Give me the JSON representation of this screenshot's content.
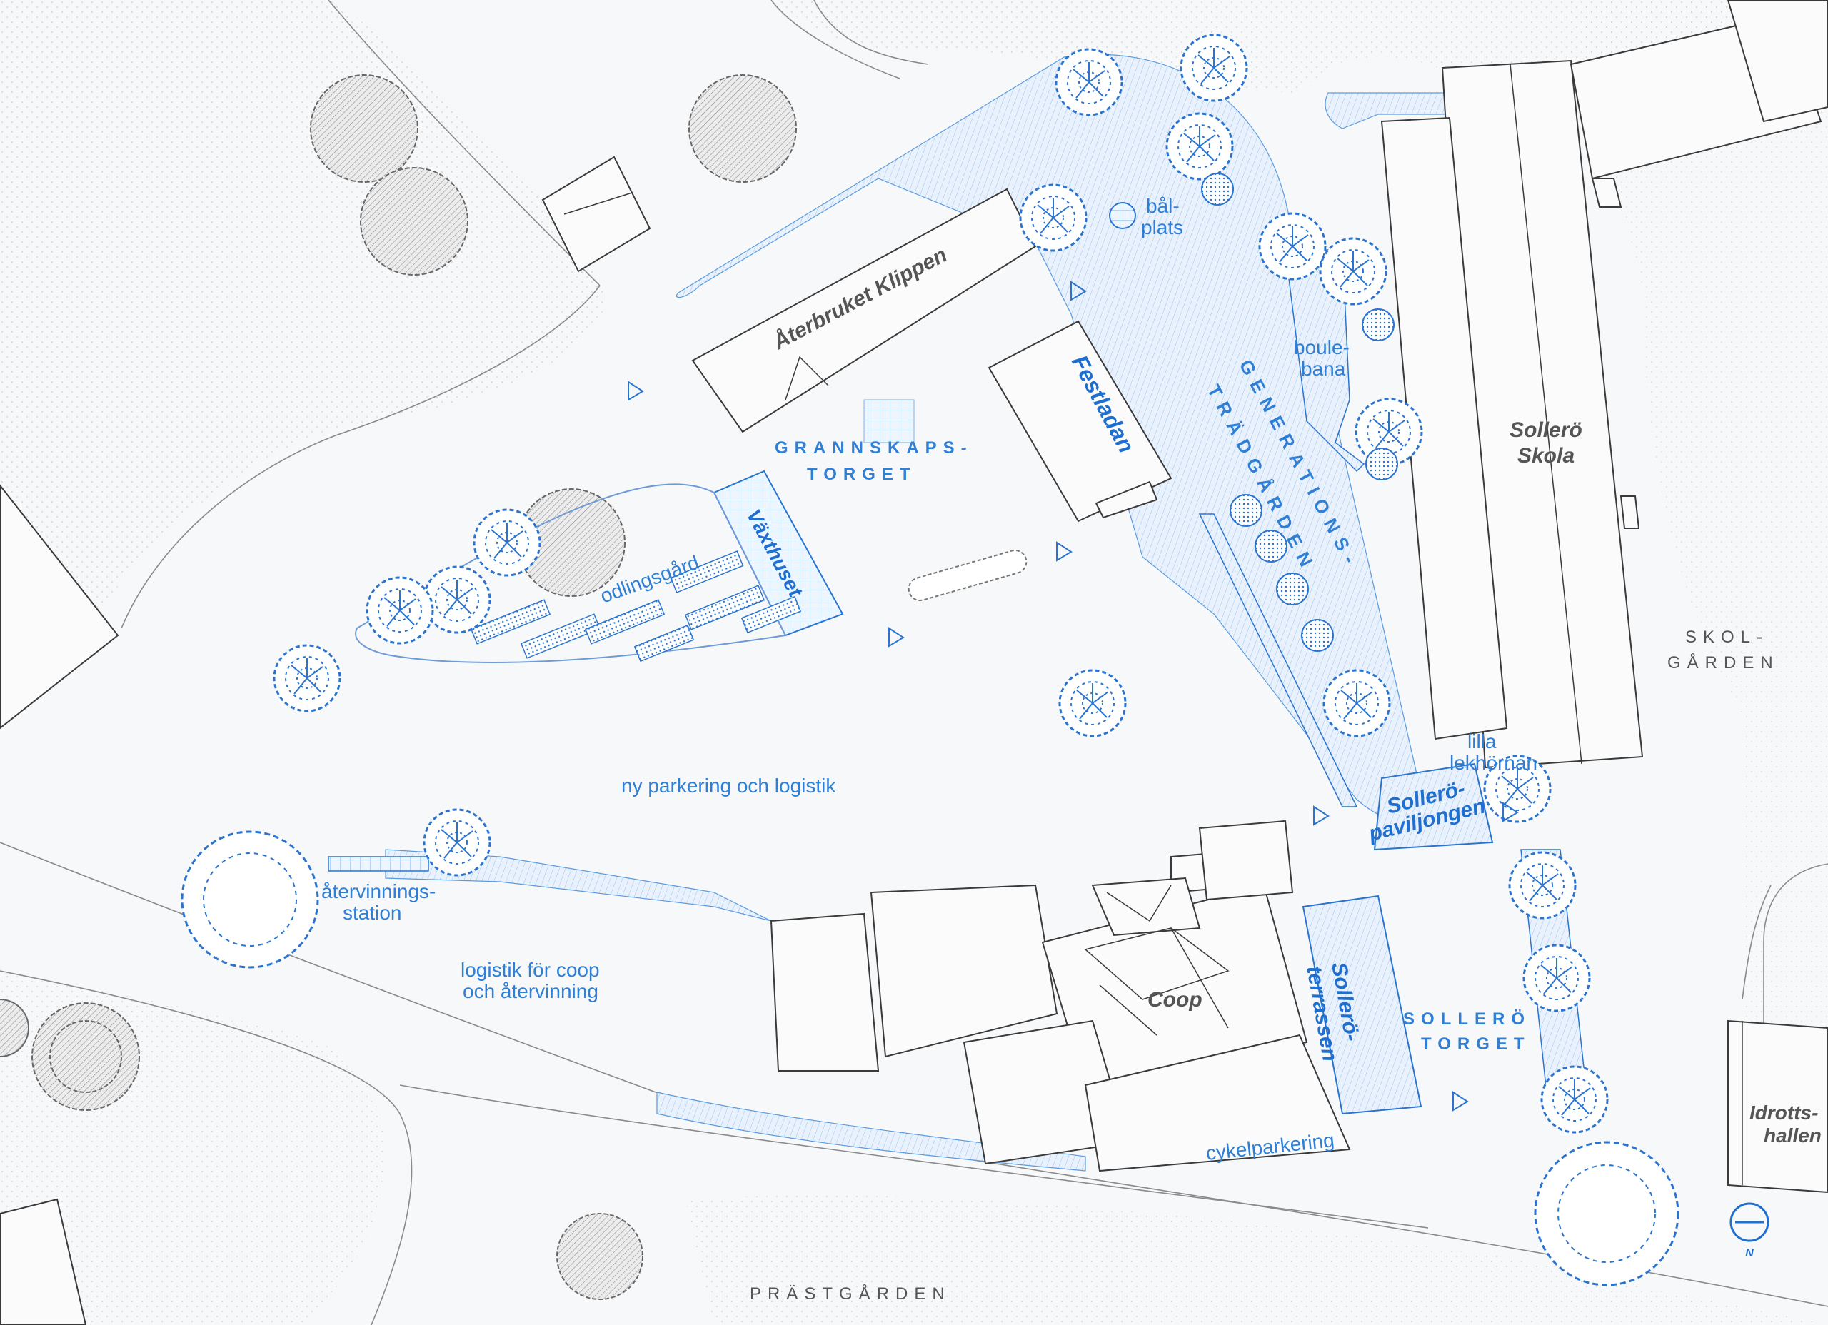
{
  "labels": {
    "aterbruket": "Återbruket Klippen",
    "festladan": "Festladan",
    "vaxthuset": "Växthuset",
    "granskaps_1": "GRANNSKAPS-",
    "granskaps_2": "TORGET",
    "odlingsgard": "odlingsgård",
    "bal_1": "bål-",
    "bal_2": "plats",
    "boule_1": "boule-",
    "boule_2": "bana",
    "gen_1": "GENERATIONS-",
    "gen_2": "TRÄDGÅRDEN",
    "skola_1": "Sollerö",
    "skola_2": "Skola",
    "skolgarden_1": "SKOL-",
    "skolgarden_2": "GÅRDEN",
    "ny_parkering": "ny parkering och logistik",
    "lilla_1": "lilla",
    "lilla_2": "lekhörnan",
    "pav_1": "Sollerö-",
    "pav_2": "paviljongen",
    "atervinning_1": "återvinnings-",
    "atervinning_2": "station",
    "logistik_1": "logistik för coop",
    "logistik_2": "och återvinning",
    "coop": "Coop",
    "terrass_1": "Sollerö-",
    "terrass_2": "terrassen",
    "sollero_torget_1": "SOLLERÖ",
    "sollero_torget_2": "TORGET",
    "idrott_1": "Idrotts-",
    "idrott_2": "hallen",
    "cykel": "cykelparkering",
    "prastgarden": "PRÄSTGÅRDEN",
    "north": "N"
  },
  "colors": {
    "accent_blue": "#2f7fd6",
    "building_outline": "#3a3a3a",
    "background": "#f7f8f9"
  }
}
